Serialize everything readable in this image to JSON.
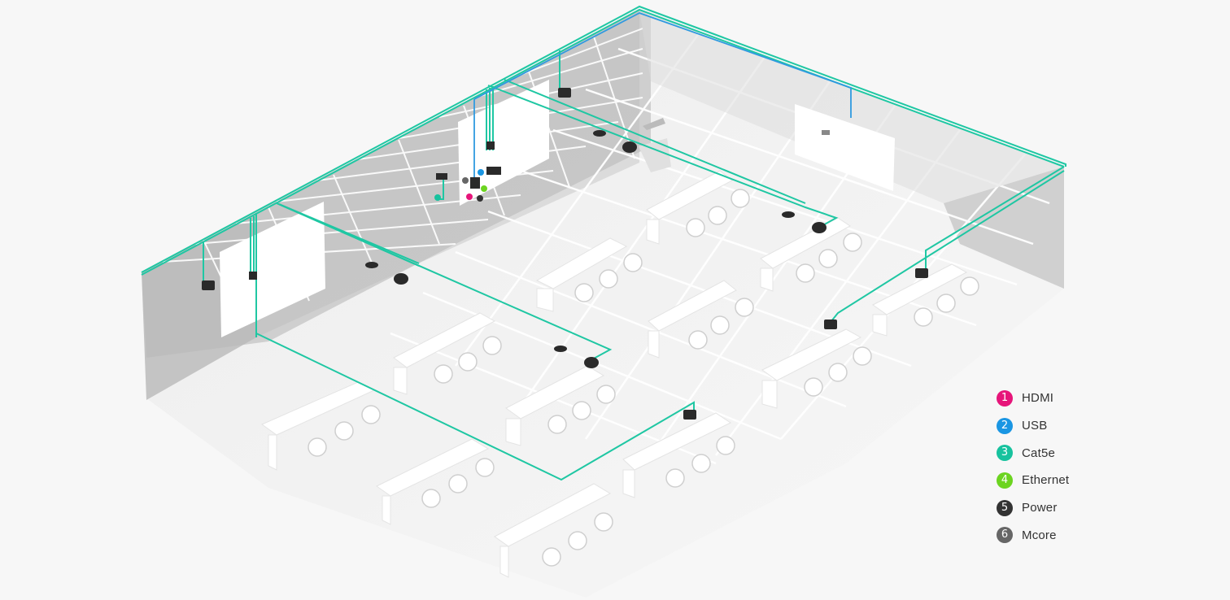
{
  "legend": [
    {
      "num": "1",
      "label": "HDMI",
      "color": "#e6157a"
    },
    {
      "num": "2",
      "label": "USB",
      "color": "#1a96e3"
    },
    {
      "num": "3",
      "label": "Cat5e",
      "color": "#17c29e"
    },
    {
      "num": "4",
      "label": "Ethernet",
      "color": "#6cd420"
    },
    {
      "num": "5",
      "label": "Power",
      "color": "#333333"
    },
    {
      "num": "6",
      "label": "Mcore",
      "color": "#666666"
    }
  ],
  "colors": {
    "cat5e": "#1fc7a3",
    "usb": "#2f9ae0",
    "wall": "#c7c7c7",
    "ceiling_tile": "#b6b6b6",
    "floor_tile_line": "#ffffff",
    "equipment": "#2a2a2a"
  }
}
